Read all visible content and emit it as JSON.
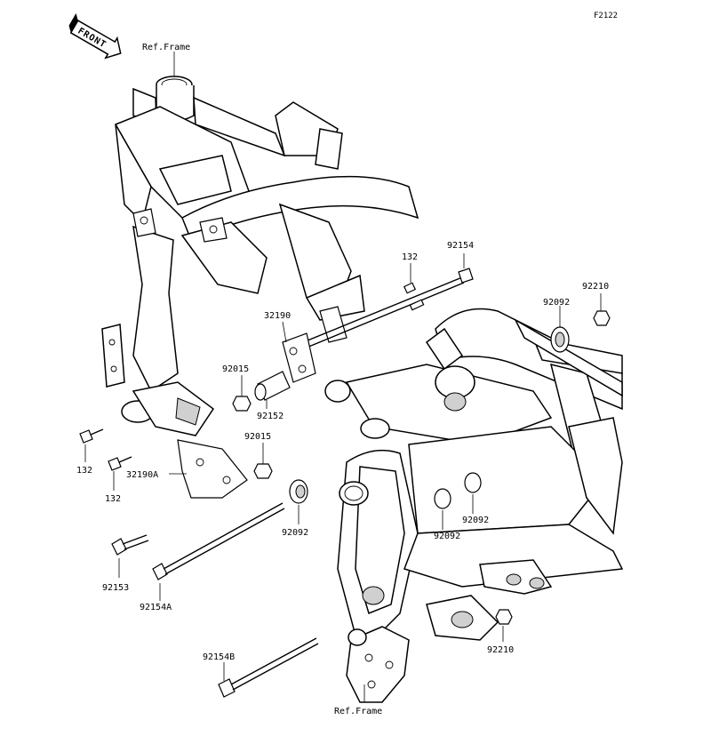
{
  "figure_code": "F2122",
  "front_badge": "FRONT",
  "callouts": {
    "ref_frame_top": "Ref.Frame",
    "ref_frame_bottom": "Ref.Frame",
    "p132_upper": "132",
    "p92154_upper": "92154",
    "p92210_upper": "92210",
    "p92092_upper": "92092",
    "p32190": "32190",
    "p92015_upper": "92015",
    "p92152": "92152",
    "p92015_lower": "92015",
    "p132_left1": "132",
    "p132_left2": "132",
    "p32190a": "32190A",
    "p92092_mid": "92092",
    "p92092_right1": "92092",
    "p92092_right2": "92092",
    "p92153": "92153",
    "p92154a": "92154A",
    "p92210_lower": "92210",
    "p92154b": "92154B"
  }
}
